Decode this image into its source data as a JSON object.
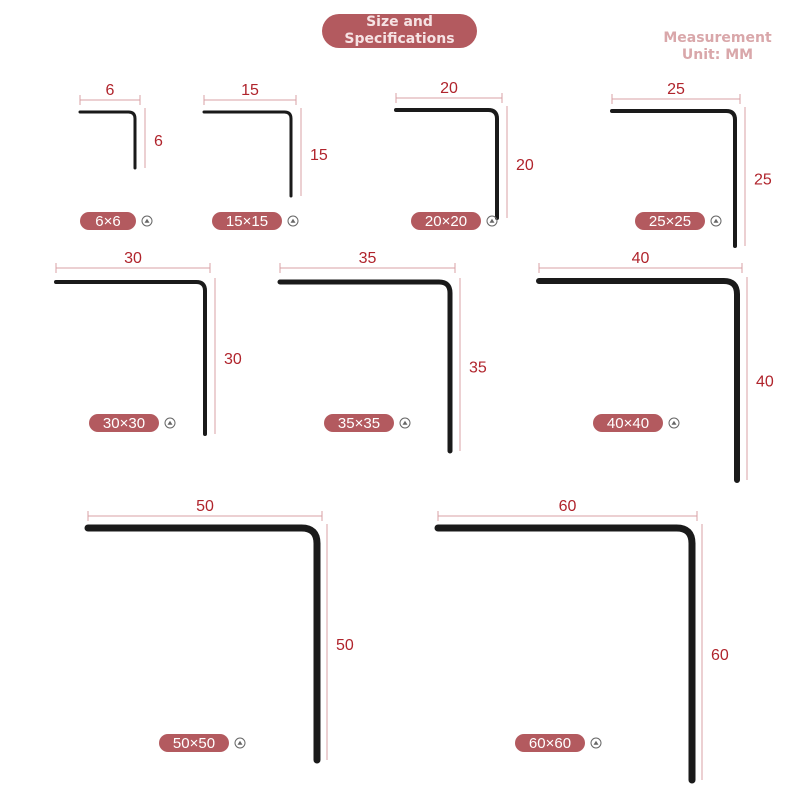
{
  "header": {
    "title_line1": "Size and",
    "title_line2": "Specifications",
    "unit_line1": "Measurement",
    "unit_line2": "Unit: MM"
  },
  "colors": {
    "accent": "#b35a5f",
    "dimension_text": "#b0242c",
    "dimension_line": "#d8a0a4",
    "profile": "#1a1a1a",
    "unit_text": "#d9a7aa"
  },
  "icon_names": [
    "triangle-circle-icon"
  ],
  "profiles": [
    {
      "width": "6",
      "height": "6",
      "label": "6×6"
    },
    {
      "width": "15",
      "height": "15",
      "label": "15×15"
    },
    {
      "width": "20",
      "height": "20",
      "label": "20×20"
    },
    {
      "width": "25",
      "height": "25",
      "label": "25×25"
    },
    {
      "width": "30",
      "height": "30",
      "label": "30×30"
    },
    {
      "width": "35",
      "height": "35",
      "label": "35×35"
    },
    {
      "width": "40",
      "height": "40",
      "label": "40×40"
    },
    {
      "width": "50",
      "height": "50",
      "label": "50×50"
    },
    {
      "width": "60",
      "height": "60",
      "label": "60×60"
    }
  ]
}
